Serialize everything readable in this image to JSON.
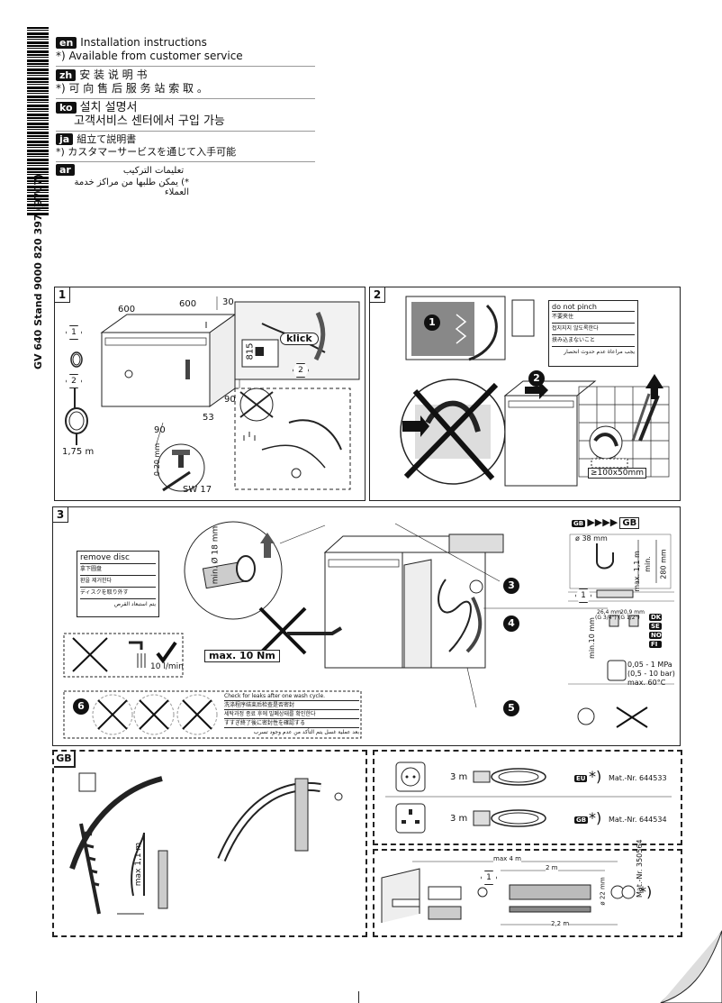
{
  "barcode_text": "GV 640 Stand   9000 820 397  (9707)",
  "languages": [
    {
      "tag": "en",
      "title": "Installation instructions",
      "note": "*) Available from customer service"
    },
    {
      "tag": "zh",
      "title": "安 装 说 明 书",
      "note": "*) 可 向 售 后 服 务 站 索 取 。"
    },
    {
      "tag": "ko",
      "title": "설치 설명서",
      "note": "고객서비스 센터에서 구입 가능"
    },
    {
      "tag": "ja",
      "title": "組立て説明書",
      "note": "*) カスタマーサービスを通じて入手可能"
    },
    {
      "tag": "ar",
      "title": "تعليمات التركيب",
      "note": "*) يمكن طلبها من مراكز خدمة العملاء"
    }
  ],
  "panel1": {
    "number": "1",
    "dims": [
      "600",
      "600",
      "30",
      "815",
      "90",
      "53",
      "90",
      "0-20 mm"
    ],
    "klick": "klick",
    "hose_length": "1,75 m",
    "wrench": "SW 17",
    "callouts": [
      "1",
      "2",
      "2"
    ]
  },
  "panel2": {
    "number": "2",
    "steps": [
      "1",
      "2"
    ],
    "pinch_warnings": [
      "do not pinch",
      "不要夹住",
      "접지지지 않도록한다",
      "挟み込まないこと",
      "يجب مراعاة عدم حدوث انحصار"
    ],
    "hole_size": "≥100x50mm"
  },
  "panel3": {
    "number": "3",
    "remove_disc": [
      "remove disc",
      "拿下圆盘",
      "환을 제거한다",
      "ディスクを取り外す",
      "يتم استبعاد القرص"
    ],
    "min_diam": "min. Ø 18 mm",
    "flow": "10 l/min",
    "torque": "max. 10 Nm",
    "steps": [
      "3",
      "4",
      "5",
      "6"
    ],
    "gb_label": "GB",
    "drain_diam": "ø 38 mm",
    "drain_heights": [
      "max. 1,1 m",
      "min.",
      "280 mm"
    ],
    "thread_sizes": [
      "26,4 mm",
      "20,9 mm",
      "(G 3/4\")",
      "(G 1/2\")"
    ],
    "min_10": "min.10 mm",
    "countries": [
      "DK",
      "SE",
      "NO",
      "FI"
    ],
    "pressure": [
      "0,05 - 1 MPa",
      "(0,5 - 10 bar)",
      "max. 60°C"
    ],
    "leak_check": [
      "Check for leaks after one wash cycle.",
      "洗涤程序结束后检查是否密封",
      "세탁과정 종료 후에 밀폐상태를 확인한다",
      "すすぎ終了後に密封性を確認する",
      "بعد عملية غسل يتم التأكد من عدم وجود تسرب"
    ]
  },
  "panel_gb": {
    "label": "GB",
    "max_height": "max 1,1 m"
  },
  "panel_cables": {
    "rows": [
      {
        "length": "3 m",
        "region": "EU",
        "mat": "Mat.-Nr. 644533"
      },
      {
        "length": "3 m",
        "region": "GB",
        "mat": "Mat.-Nr. 644534"
      }
    ]
  },
  "panel_extension": {
    "max": "max 4 m",
    "two_m": "2 m",
    "diam": "ø 22 mm",
    "two_two": "2,2 m",
    "mat": "Mat.-Nr. 350564",
    "callout": "1"
  }
}
